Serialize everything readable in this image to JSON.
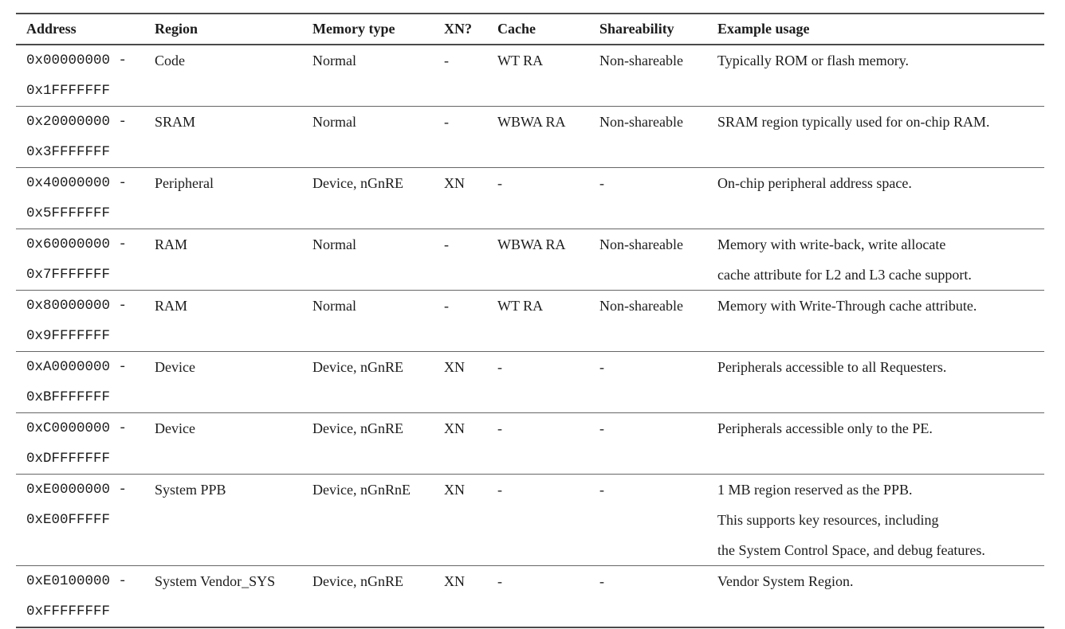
{
  "table": {
    "columns": [
      {
        "key": "address",
        "label": "Address"
      },
      {
        "key": "region",
        "label": "Region"
      },
      {
        "key": "memory_type",
        "label": "Memory type"
      },
      {
        "key": "xn",
        "label": "XN?"
      },
      {
        "key": "cache",
        "label": "Cache"
      },
      {
        "key": "shareability",
        "label": "Shareability"
      },
      {
        "key": "example",
        "label": "Example usage"
      }
    ],
    "rows": [
      {
        "address_start": "0x00000000 -",
        "address_end": "0x1FFFFFFF",
        "region": "Code",
        "memory_type": "Normal",
        "xn": "-",
        "cache": "WT RA",
        "shareability": "Non-shareable",
        "example": [
          "Typically ROM or flash memory."
        ]
      },
      {
        "address_start": "0x20000000 -",
        "address_end": "0x3FFFFFFF",
        "region": "SRAM",
        "memory_type": "Normal",
        "xn": "-",
        "cache": "WBWA RA",
        "shareability": "Non-shareable",
        "example": [
          "SRAM region typically used for on-chip RAM."
        ]
      },
      {
        "address_start": "0x40000000 -",
        "address_end": "0x5FFFFFFF",
        "region": "Peripheral",
        "memory_type": "Device, nGnRE",
        "xn": "XN",
        "cache": "-",
        "shareability": "-",
        "example": [
          "On-chip peripheral address space."
        ]
      },
      {
        "address_start": "0x60000000 -",
        "address_end": "0x7FFFFFFF",
        "region": "RAM",
        "memory_type": "Normal",
        "xn": "-",
        "cache": "WBWA RA",
        "shareability": "Non-shareable",
        "example": [
          "Memory with write-back, write allocate",
          "cache attribute for L2 and L3 cache support."
        ]
      },
      {
        "address_start": "0x80000000 -",
        "address_end": "0x9FFFFFFF",
        "region": "RAM",
        "memory_type": "Normal",
        "xn": "-",
        "cache": "WT RA",
        "shareability": "Non-shareable",
        "example": [
          "Memory with Write-Through cache attribute."
        ]
      },
      {
        "address_start": "0xA0000000 -",
        "address_end": "0xBFFFFFFF",
        "region": "Device",
        "memory_type": "Device, nGnRE",
        "xn": "XN",
        "cache": "-",
        "shareability": "-",
        "example": [
          "Peripherals accessible to all Requesters."
        ]
      },
      {
        "address_start": "0xC0000000 -",
        "address_end": "0xDFFFFFFF",
        "region": "Device",
        "memory_type": "Device, nGnRE",
        "xn": "XN",
        "cache": "-",
        "shareability": "-",
        "example": [
          "Peripherals accessible only to the PE."
        ]
      },
      {
        "address_start": "0xE0000000 -",
        "address_end": "0xE00FFFFF",
        "region": "System PPB",
        "memory_type": "Device, nGnRnE",
        "xn": "XN",
        "cache": "-",
        "shareability": "-",
        "example": [
          "1 MB region reserved as the PPB.",
          "This supports key resources, including",
          "the System Control Space, and debug features."
        ]
      },
      {
        "address_start": "0xE0100000 -",
        "address_end": "0xFFFFFFFF",
        "region": "System Vendor_SYS",
        "memory_type": "Device, nGnRE",
        "xn": "XN",
        "cache": "-",
        "shareability": "-",
        "example": [
          "Vendor System Region."
        ]
      }
    ]
  }
}
